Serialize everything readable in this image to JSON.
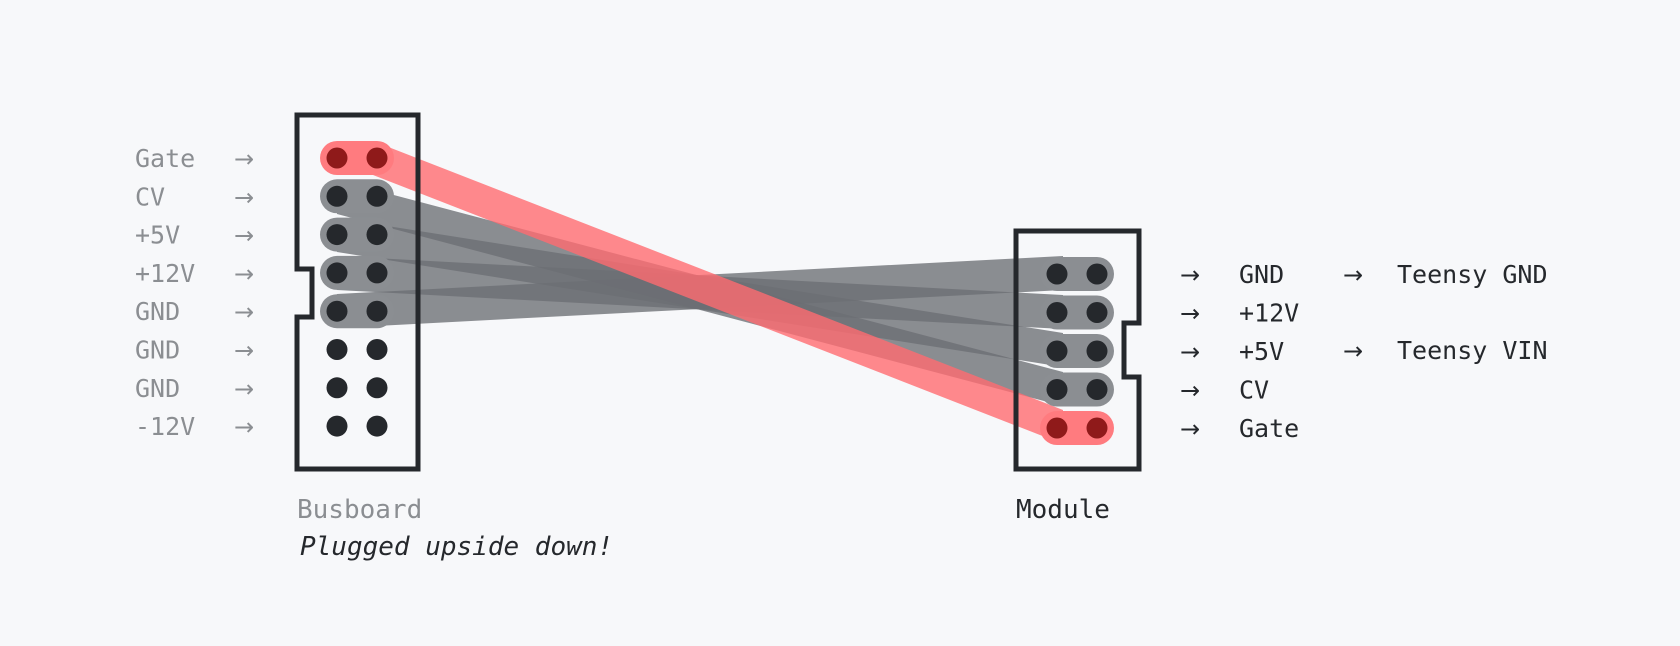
{
  "busboard": {
    "name": "Busboard",
    "note": "Plugged upside down!",
    "pin_labels": [
      "Gate",
      "CV",
      "+5V",
      "+12V",
      "GND",
      "GND",
      "GND",
      "-12V"
    ]
  },
  "module": {
    "name": "Module",
    "pin_labels": [
      "GND",
      "+12V",
      "+5V",
      "CV",
      "Gate"
    ],
    "extra_labels": {
      "gnd": "Teensy GND",
      "vin": "Teensy VIN"
    }
  },
  "arrow_glyph": "→",
  "colors": {
    "background": "#f7f8fa",
    "outline": "#25282c",
    "muted_text": "#8b8e92",
    "wire_gray": "#8b8e92",
    "wire_red": "#ff7b7f",
    "pin_red": "#8f1a1a"
  }
}
